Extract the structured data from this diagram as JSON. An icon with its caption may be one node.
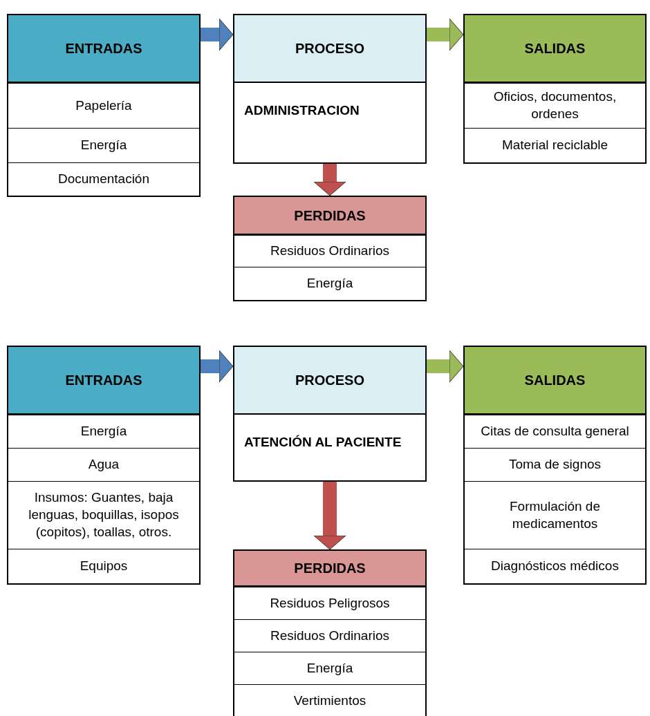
{
  "diagram": {
    "nodes": [
      {
        "text": [
          "ENTRADAS",
          "Papelería",
          "Energía",
          "Documentación"
        ]
      },
      {
        "text": [
          "PROCESO",
          "ADMINISTRACION"
        ]
      },
      {
        "text": [
          "SALIDAS",
          "Oficios, documentos, ordenes",
          "Material reciclable"
        ]
      },
      {
        "text": [
          "PERDIDAS",
          "Residuos Ordinarios",
          "Energía"
        ]
      },
      {
        "text": [
          "ENTRADAS",
          "Energía",
          "Agua",
          "Insumos: Guantes, baja lenguas, boquillas, isopos (copitos), toallas, otros.",
          "Equipos"
        ]
      },
      {
        "text": [
          "PROCESO",
          "ATENCIÓN AL PACIENTE"
        ]
      },
      {
        "text": [
          "SALIDAS",
          "Citas de consulta general",
          "Toma de signos",
          "Formulación de medicamentos",
          "Diagnósticos médicos"
        ]
      },
      {
        "text": [
          "PERDIDAS",
          "Residuos Peligrosos",
          "Residuos Ordinarios",
          "Energía",
          "Vertimientos"
        ]
      }
    ],
    "edges": [
      {
        "from": 0,
        "to": 1,
        "arrow": "to",
        "color": "#4f81bd"
      },
      {
        "from": 1,
        "to": 2,
        "arrow": "to",
        "color": "#9bbb59"
      },
      {
        "from": 1,
        "to": 3,
        "arrow": "to",
        "color": "#c0504d"
      },
      {
        "from": 4,
        "to": 5,
        "arrow": "to",
        "color": "#4f81bd"
      },
      {
        "from": 5,
        "to": 6,
        "arrow": "to",
        "color": "#9bbb59"
      },
      {
        "from": 5,
        "to": 7,
        "arrow": "to",
        "color": "#c0504d"
      }
    ]
  }
}
